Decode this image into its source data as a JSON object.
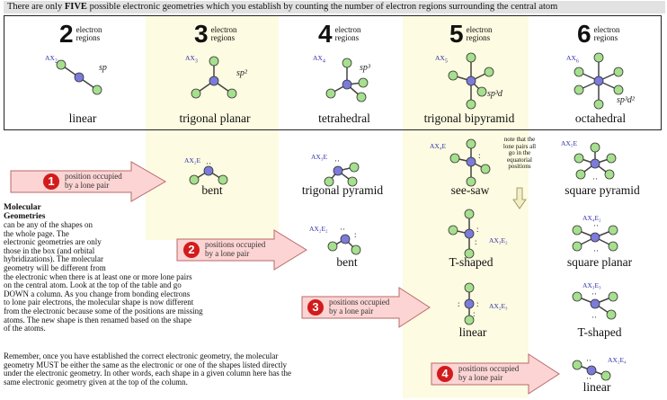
{
  "intro": {
    "prefix": "There are only ",
    "emph": "FIVE",
    "suffix": " possible electronic geometries which you establish by counting the number of electron regions surrounding the central atom"
  },
  "columns": [
    {
      "count": "2",
      "label": "electron regions",
      "ax": "AX",
      "ax_sub": "2",
      "hybrid": "sp",
      "name": "linear"
    },
    {
      "count": "3",
      "label": "electron regions",
      "ax": "AX",
      "ax_sub": "3",
      "hybrid": "sp²",
      "name": "trigonal planar"
    },
    {
      "count": "4",
      "label": "electron regions",
      "ax": "AX",
      "ax_sub": "4",
      "hybrid": "sp³",
      "name": "tetrahedral"
    },
    {
      "count": "5",
      "label": "electron regions",
      "ax": "AX",
      "ax_sub": "5",
      "hybrid": "sp³d",
      "name": "trigonal bipyramid"
    },
    {
      "count": "6",
      "label": "electron regions",
      "ax": "AX",
      "ax_sub": "6",
      "hybrid": "sp³d²",
      "name": "octahedral"
    }
  ],
  "lone_pairs": [
    {
      "number": "1",
      "text_line1": "position occupied",
      "text_line2": "by a lone pair"
    },
    {
      "number": "2",
      "text_line1": "positions occupied",
      "text_line2": "by a lone pair"
    },
    {
      "number": "3",
      "text_line1": "positions occupied",
      "text_line2": "by a lone pair"
    },
    {
      "number": "4",
      "text_line1": "positions occupied",
      "text_line2": "by a lone pair"
    }
  ],
  "shapes": {
    "bent1": {
      "ax": "AX₂E",
      "name": "bent"
    },
    "trig_pyr": {
      "ax": "AX₃E",
      "name": "trigonal pyramid"
    },
    "seesaw": {
      "ax": "AX₄E",
      "name": "see-saw"
    },
    "sq_pyr": {
      "ax": "AX₅E",
      "name": "square pyramid"
    },
    "bent2": {
      "ax": "AX₂E₂",
      "name": "bent"
    },
    "tshape1": {
      "ax": "AX₃E₂",
      "name": "T-shaped"
    },
    "sq_planar": {
      "ax": "AX₄E₂",
      "name": "square planar"
    },
    "linear2": {
      "ax": "AX₂E₃",
      "name": "linear"
    },
    "tshape2": {
      "ax": "AX₃E₃",
      "name": "T-shaped"
    },
    "linear3": {
      "ax": "AX₂E₄",
      "name": "linear"
    }
  },
  "note": "note that the lone pairs all go in the equatorial positions",
  "molecular_geometries": {
    "title_line1": "Molecular",
    "title_line2": "Geometries",
    "lines": [
      "can be any of the shapes on",
      "the whole page. The",
      "electronic geometries are only",
      "those in the box (and orbital",
      "hybridizations). The molecular",
      "geometry will be different from",
      "the electronic when there is at least one or more lone pairs",
      "on the central atom. Look at the top of the table and go",
      "DOWN a column. As you change from bonding electrons",
      "to lone pair electrons, the molecular shape is now different",
      "from the electronic because some of the positions are missing",
      "atoms. The new shape is then renamed based on the shape",
      "of the atoms."
    ]
  },
  "remember": [
    "Remember, once you have established the correct electronic geometry, the molecular",
    "geometry MUST be either the same as the electronic or one of the shapes listed directly",
    "under the electronic geometry. In other words, each shape in a given column here has the",
    "same electronic geometry given at the top of the column."
  ],
  "colors": {
    "central": "#7b7bdb",
    "outer": "#a6df8e",
    "bond": "#444444",
    "arrow_fill": "#fcd4d4",
    "arrow_stroke": "#b86a6a",
    "badge": "#d21b1b",
    "band": "#fdfbe1"
  }
}
